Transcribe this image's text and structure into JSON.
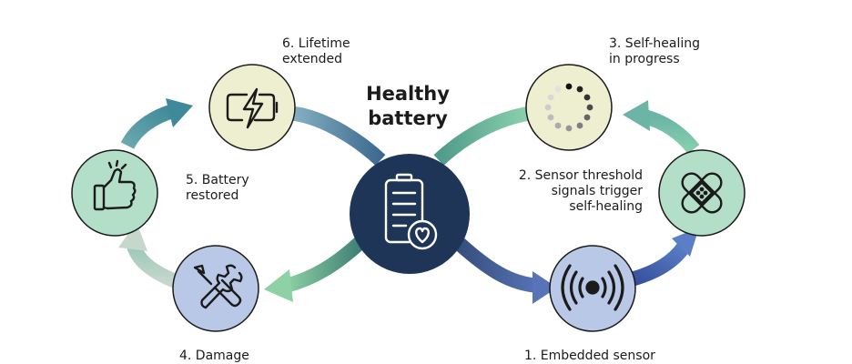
{
  "center": {
    "title_line1": "Healthy",
    "title_line2": "battery",
    "icon": "battery-heart-icon",
    "color": "#1f3557"
  },
  "steps": [
    {
      "line1": "1. Embedded sensor",
      "line2": "",
      "icon": "signal-broadcast-icon",
      "color": "#b9c8e6"
    },
    {
      "line1": "2. Sensor threshold",
      "line2": "signals trigger",
      "line3": "self-healing",
      "icon": "",
      "color": ""
    },
    {
      "line1": "3. Self-healing",
      "line2": "in progress",
      "icon": "loading-spinner-icon",
      "color": "#eeeed0"
    },
    {
      "line1": "4. Damage",
      "line2": "",
      "icon": "wrench-screwdriver-icon",
      "color": "#b9c8e6"
    },
    {
      "line1": "5. Battery",
      "line2": "restored",
      "icon": "thumbs-up-icon",
      "color": "#b3dec8"
    },
    {
      "line1": "6. Lifetime",
      "line2": "extended",
      "icon": "battery-charging-icon",
      "color": "#eeeed0"
    }
  ],
  "bandage": {
    "icon": "bandage-icon",
    "color": "#b3dec8"
  },
  "colors": {
    "blue_flow": "#4e6fb0",
    "green_flow": "#7dcaa0",
    "teal_flow": "#5fa3a6",
    "stroke": "#1b1b1b"
  }
}
